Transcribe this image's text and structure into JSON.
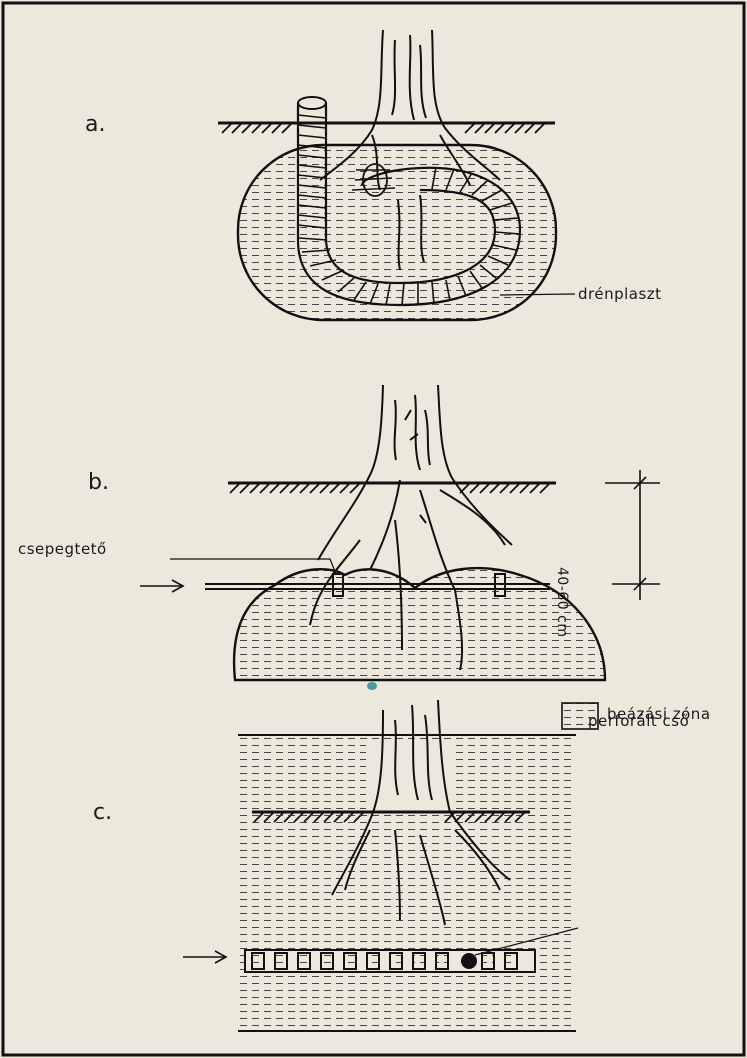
{
  "labels": {
    "panel_a": "a.",
    "panel_b": "b.",
    "panel_c": "c.",
    "drenplaszt": "drénplaszt",
    "csepegteto": "csepegtető",
    "depth_range": "40-60 cm",
    "legend_zone": "beázási zóna",
    "perforalt_cso": "perforált cső"
  },
  "colors": {
    "paper": "#ece8dc",
    "ink": "#1a1a1a",
    "stain": "#4a9aa0"
  },
  "icons": {
    "legend_swatch": "dashed-hatch-swatch"
  }
}
